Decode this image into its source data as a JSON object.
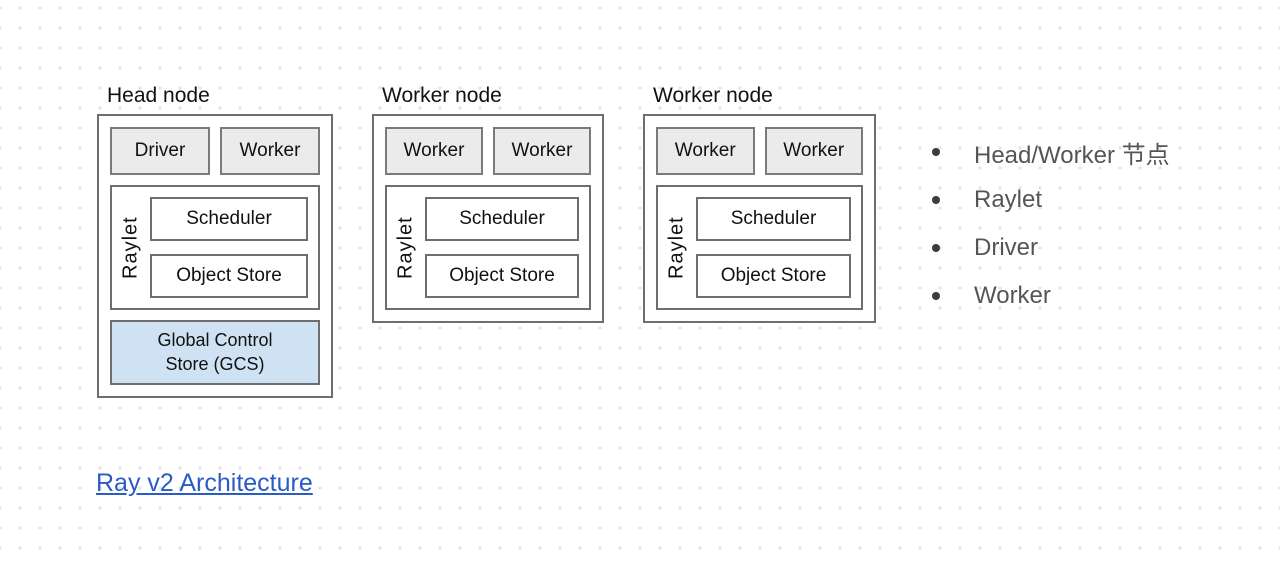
{
  "diagram": {
    "nodes": [
      {
        "title": "Head node",
        "processes": [
          "Driver",
          "Worker"
        ],
        "raylet": {
          "label": "Raylet",
          "components": [
            "Scheduler",
            "Object Store"
          ]
        },
        "gcs_label": "Global Control Store (GCS)"
      },
      {
        "title": "Worker node",
        "processes": [
          "Worker",
          "Worker"
        ],
        "raylet": {
          "label": "Raylet",
          "components": [
            "Scheduler",
            "Object Store"
          ]
        }
      },
      {
        "title": "Worker node",
        "processes": [
          "Worker",
          "Worker"
        ],
        "raylet": {
          "label": "Raylet",
          "components": [
            "Scheduler",
            "Object Store"
          ]
        }
      }
    ],
    "colors": {
      "process_fill": "#ebebeb",
      "gcs_fill": "#cfe2f3",
      "box_border": "#6e6e6e",
      "background_dot": "#e5e5e5"
    }
  },
  "legend": {
    "items": [
      {
        "label": "Head/Worker 节点"
      },
      {
        "label": "Raylet"
      },
      {
        "label": "Driver"
      },
      {
        "label": "Worker"
      }
    ],
    "text_color": "#555555"
  },
  "footer": {
    "link_label": "Ray v2 Architecture",
    "link_color": "#2a5cc5"
  }
}
